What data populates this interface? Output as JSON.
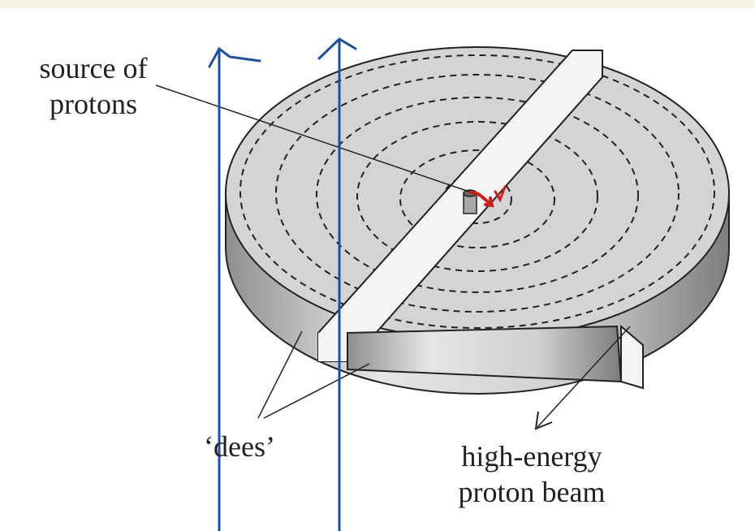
{
  "labels": {
    "source": [
      "source of",
      "protons"
    ],
    "dees": "‘dees’",
    "beam": [
      "high-energy",
      "proton beam"
    ],
    "handwritten": "v"
  },
  "colors": {
    "disk_top": "#d4d4d4",
    "disk_side": "#bdbdbd",
    "slot": "#f4f4f4",
    "ink": "#222222",
    "pen_blue": "#1f4e9b",
    "pen_red": "#cc1f1a"
  }
}
